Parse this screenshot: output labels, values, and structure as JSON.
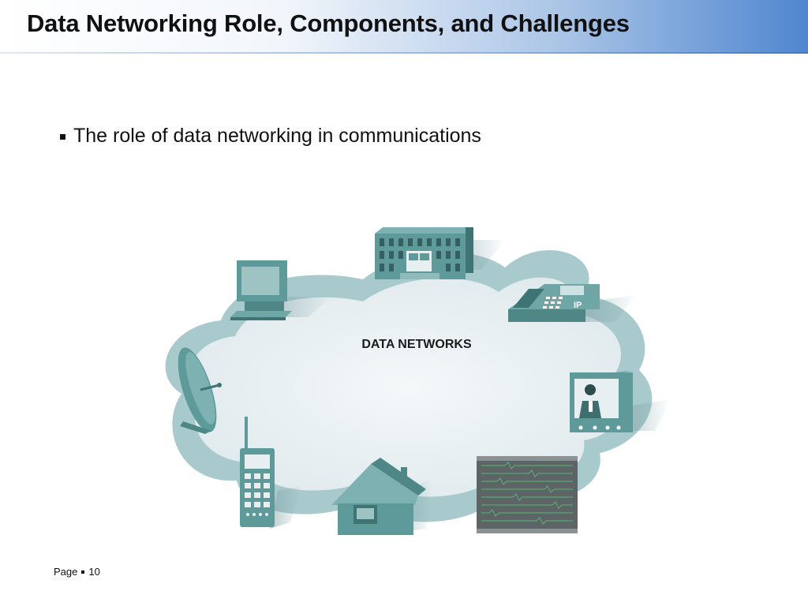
{
  "slide": {
    "title": "Data Networking Role, Components, and Challenges",
    "bullets": [
      "The role of data networking in communications"
    ]
  },
  "figure": {
    "center_label": "DATA NETWORKS",
    "phone_badge": "IP",
    "devices": [
      "computer-icon",
      "office-building-icon",
      "ip-phone-icon",
      "television-icon",
      "monitoring-display-icon",
      "house-icon",
      "mobile-phone-icon",
      "satellite-dish-icon"
    ],
    "colors": {
      "device_teal": "#5f9a9a",
      "cloud_ring": "#a9cacc",
      "cloud_fill": "#e7eff1"
    }
  },
  "footer": {
    "page_label": "Page",
    "page_number": "10"
  }
}
